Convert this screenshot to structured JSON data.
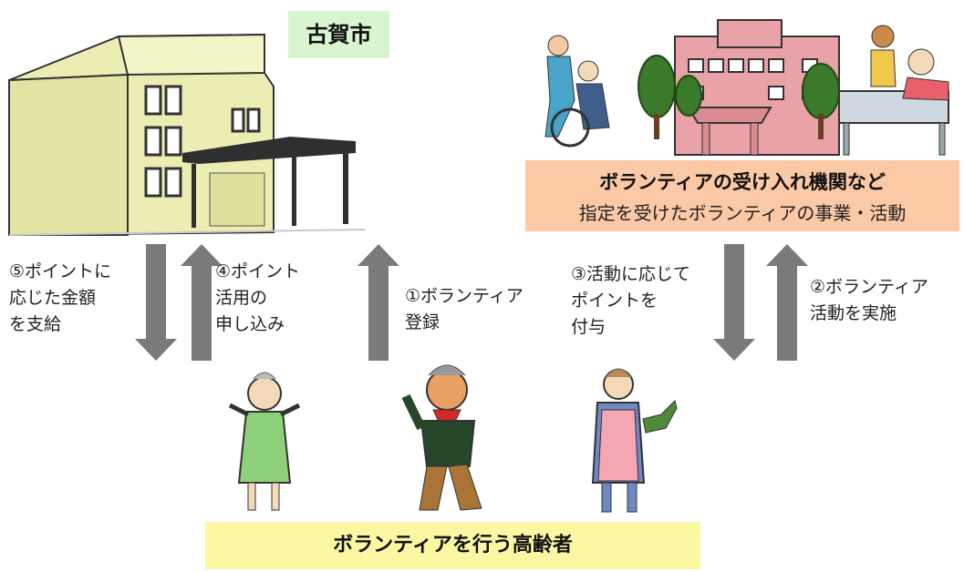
{
  "city_label": "古賀市",
  "organization": {
    "title": "ボランティアの受け入れ機関など",
    "subtitle": "指定を受けたボランティアの事業・活動"
  },
  "elders_label": "ボランティアを行う高齢者",
  "steps": {
    "step1": "①ボランティア\n登録",
    "step2": "②ボランティア\n活動を実施",
    "step3": "③活動に応じて\nポイントを\n付与",
    "step4": "④ポイント\n活用の\n申し込み",
    "step5": "⑤ポイントに\n応じた金額\nを支給"
  },
  "colors": {
    "arrow": "#7a7a7a",
    "building": "#ecedb3",
    "hospital": "#e9a3a8",
    "tree": "#3b7a2a"
  }
}
